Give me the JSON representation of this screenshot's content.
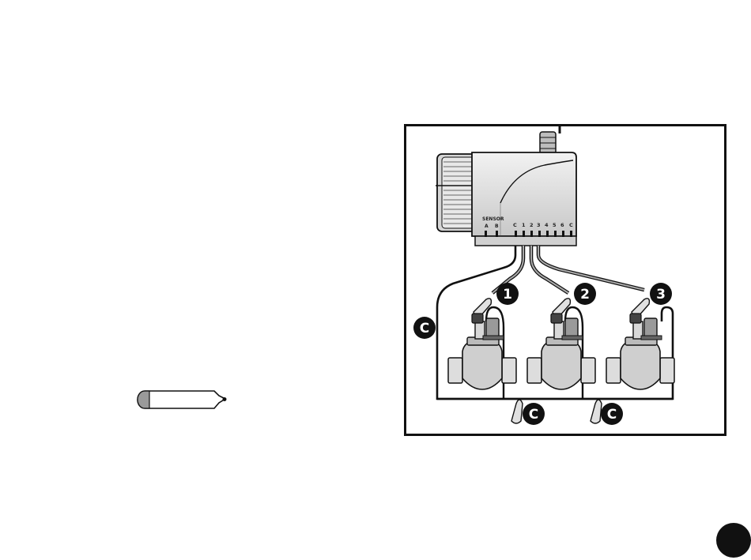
{
  "controller": {
    "sensor_label": "SENSOR",
    "sensor_terminals": [
      "A",
      "B"
    ],
    "station_terminals": [
      "C",
      "1",
      "2",
      "3",
      "4",
      "5",
      "6",
      "C"
    ]
  },
  "callouts": {
    "station_1": "1",
    "station_2": "2",
    "station_3": "3",
    "common_left": "C",
    "common_bottom_1": "C",
    "common_bottom_2": "C"
  }
}
